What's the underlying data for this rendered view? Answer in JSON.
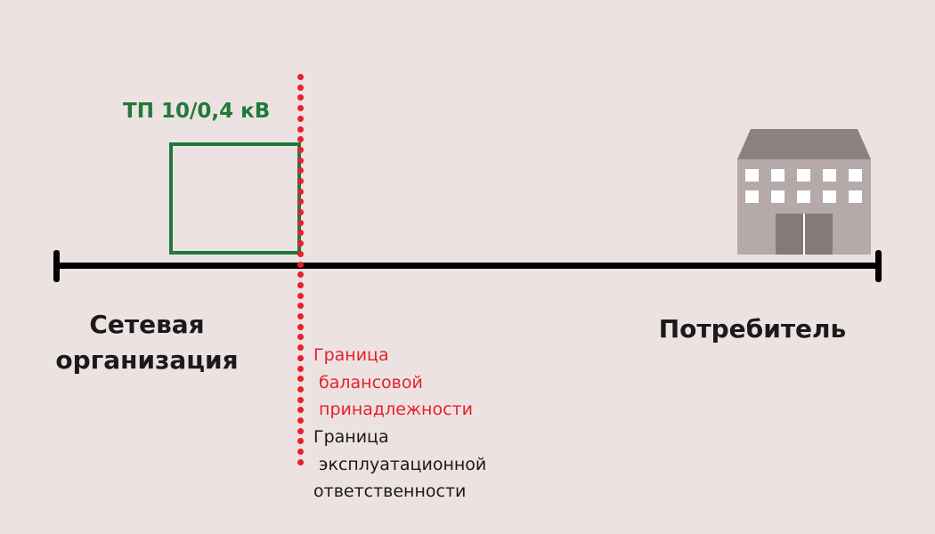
{
  "substation": {
    "label": "ТП 10/0,4 кВ"
  },
  "left_party": {
    "line1": "Сетевая",
    "line2": "организация"
  },
  "right_party": {
    "label": "Потребитель"
  },
  "balance_boundary": {
    "line1": "Граница",
    "line2": " балансовой",
    "line3": " принадлежности"
  },
  "operational_boundary": {
    "line1": "Граница",
    "line2": " эксплуатационной",
    "line3": "ответственности"
  },
  "colors": {
    "background": "#ede2e2",
    "substation": "#1f7a3a",
    "boundary": "#e8202a",
    "line": "#000000",
    "building_roof": "#8c8080",
    "building_wall": "#b5a9a9",
    "building_door": "#857979"
  },
  "icons": {
    "building": "building-icon"
  }
}
